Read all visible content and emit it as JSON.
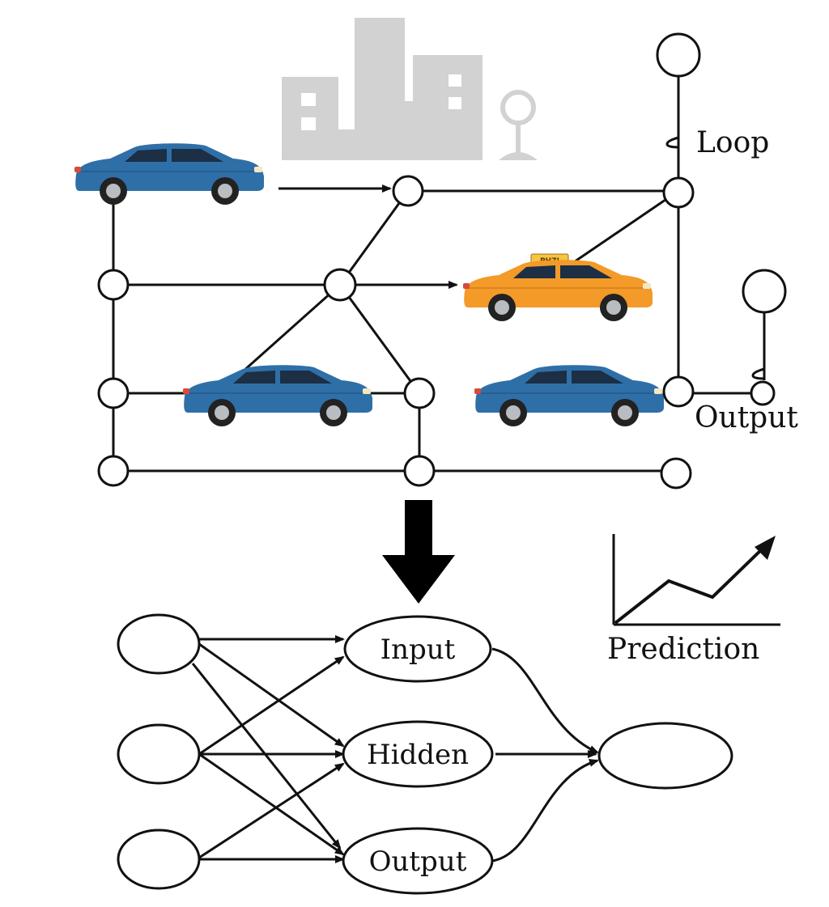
{
  "labels": {
    "loop": "Loop",
    "output_top": "Output",
    "prediction": "Prediction",
    "nn_input": "Input",
    "nn_hidden": "Hidden",
    "nn_output": "Output",
    "taxi_sign": "PHZI"
  },
  "icons": {
    "city": "city-skyline-icon",
    "sensor_top": "sensor-probe-icon",
    "sensor_right": "sensor-probe-icon",
    "chart": "trend-chart-icon"
  },
  "colors": {
    "car_blue": "#2f6fa8",
    "car_blue_dark": "#1f4f7d",
    "taxi_orange": "#f39a28",
    "city_gray": "#d2d2d2",
    "stroke": "#111111"
  }
}
